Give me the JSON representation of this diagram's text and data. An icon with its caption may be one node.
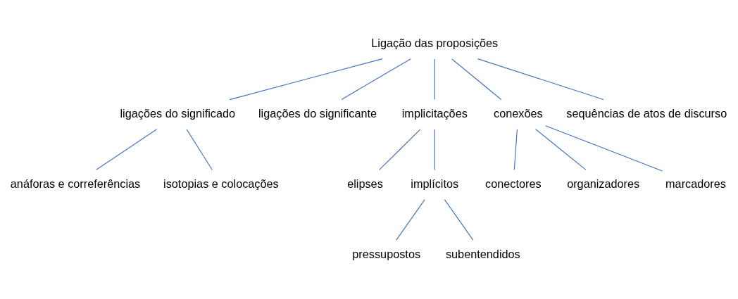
{
  "diagram": {
    "nodes": [
      {
        "text": [
          "Ligação das proposições"
        ]
      },
      {
        "text": [
          "ligações do significado"
        ]
      },
      {
        "text": [
          "ligações do significante"
        ]
      },
      {
        "text": [
          "implicitações"
        ]
      },
      {
        "text": [
          "conexões"
        ]
      },
      {
        "text": [
          "sequências de atos de discurso"
        ]
      },
      {
        "text": [
          "anáforas e correferências"
        ]
      },
      {
        "text": [
          "isotopias e colocações"
        ]
      },
      {
        "text": [
          "elipses"
        ]
      },
      {
        "text": [
          "implícitos"
        ]
      },
      {
        "text": [
          "conectores"
        ]
      },
      {
        "text": [
          "organizadores"
        ]
      },
      {
        "text": [
          "marcadores"
        ]
      },
      {
        "text": [
          "pressupostos"
        ]
      },
      {
        "text": [
          "subentendidos"
        ]
      }
    ],
    "edges": [
      {
        "from": 0,
        "to": 1,
        "arrow": "none"
      },
      {
        "from": 0,
        "to": 2,
        "arrow": "none"
      },
      {
        "from": 0,
        "to": 3,
        "arrow": "none"
      },
      {
        "from": 0,
        "to": 4,
        "arrow": "none"
      },
      {
        "from": 0,
        "to": 5,
        "arrow": "none"
      },
      {
        "from": 1,
        "to": 6,
        "arrow": "none"
      },
      {
        "from": 1,
        "to": 7,
        "arrow": "none"
      },
      {
        "from": 3,
        "to": 8,
        "arrow": "none"
      },
      {
        "from": 3,
        "to": 9,
        "arrow": "none"
      },
      {
        "from": 4,
        "to": 10,
        "arrow": "none"
      },
      {
        "from": 4,
        "to": 11,
        "arrow": "none"
      },
      {
        "from": 4,
        "to": 12,
        "arrow": "none"
      },
      {
        "from": 9,
        "to": 13,
        "arrow": "none"
      },
      {
        "from": 9,
        "to": 14,
        "arrow": "none"
      }
    ]
  }
}
